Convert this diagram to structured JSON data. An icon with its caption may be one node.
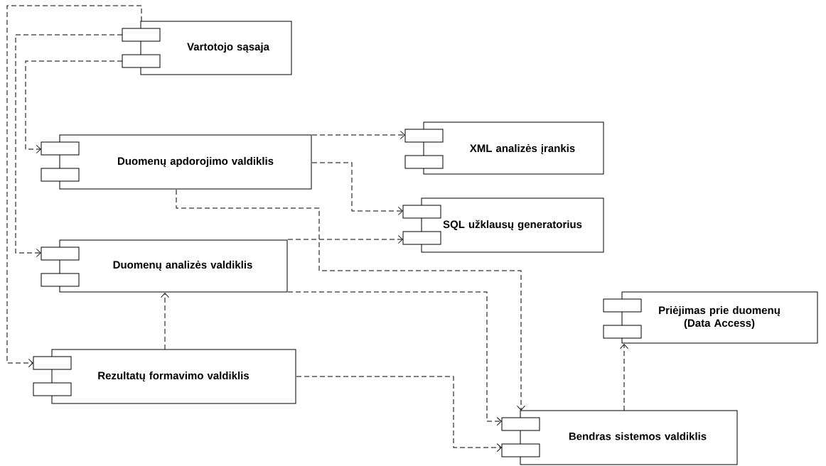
{
  "diagram": {
    "nodes": [
      {
        "text": [
          "Vartotojo sąsaja"
        ]
      },
      {
        "text": [
          "Duomenų apdorojimo valdiklis"
        ]
      },
      {
        "text": [
          "XML analizės įrankis"
        ]
      },
      {
        "text": [
          "SQL užklausų generatorius"
        ]
      },
      {
        "text": [
          "Duomenų analizės valdiklis"
        ]
      },
      {
        "text": [
          "Rezultatų formavimo valdiklis"
        ]
      },
      {
        "text": [
          "Priėjimas prie duomenų (Data Access)"
        ]
      },
      {
        "text": [
          "Bendras sistemos valdiklis"
        ]
      }
    ],
    "edges": [
      {
        "from": 0,
        "to": 1,
        "arrow": "to",
        "style": "dashed"
      },
      {
        "from": 0,
        "to": 4,
        "arrow": "to",
        "style": "dashed"
      },
      {
        "from": 0,
        "to": 5,
        "arrow": "to",
        "style": "dashed"
      },
      {
        "from": 1,
        "to": 2,
        "arrow": "to",
        "style": "dashed"
      },
      {
        "from": 1,
        "to": 3,
        "arrow": "to",
        "style": "dashed"
      },
      {
        "from": 1,
        "to": 7,
        "arrow": "to",
        "style": "dashed"
      },
      {
        "from": 4,
        "to": 3,
        "arrow": "to",
        "style": "dashed"
      },
      {
        "from": 4,
        "to": 7,
        "arrow": "to",
        "style": "dashed"
      },
      {
        "from": 5,
        "to": 4,
        "arrow": "to",
        "style": "dashed"
      },
      {
        "from": 5,
        "to": 7,
        "arrow": "to",
        "style": "dashed"
      },
      {
        "from": 7,
        "to": 6,
        "arrow": "to",
        "style": "dashed"
      }
    ]
  }
}
